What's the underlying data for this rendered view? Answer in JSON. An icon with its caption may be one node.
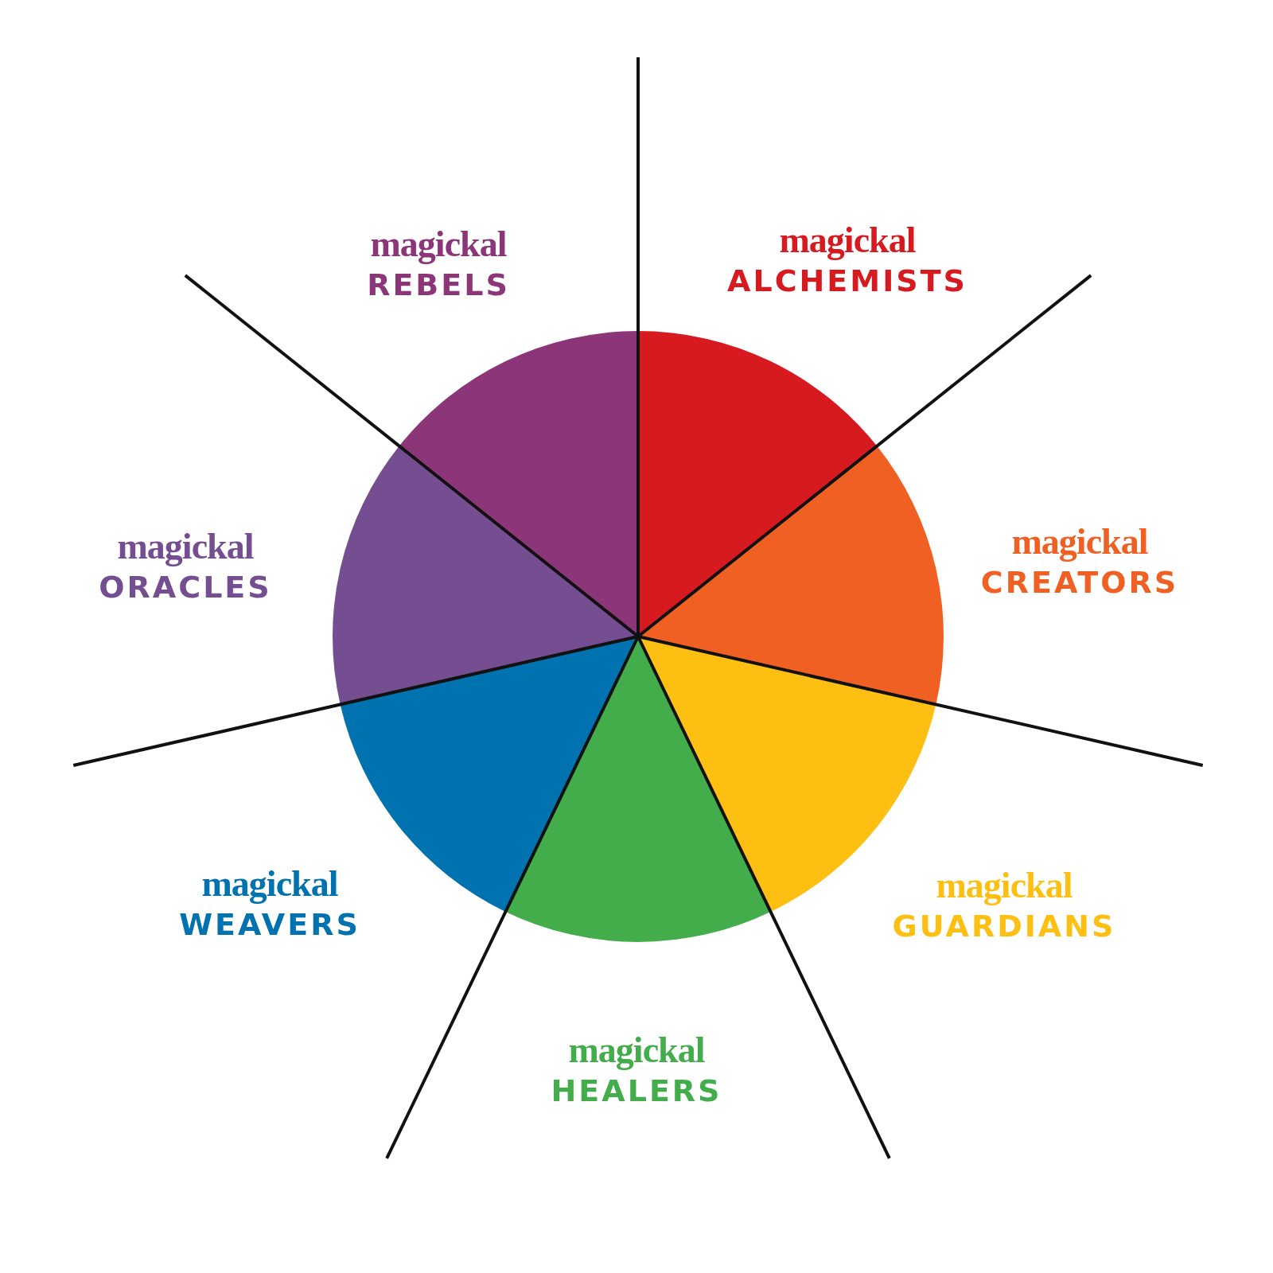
{
  "diagram": {
    "nodes": [
      {
        "text": [
          "magickal",
          "ALCHEMISTS"
        ]
      },
      {
        "text": [
          "magickal",
          "CREATORS"
        ]
      },
      {
        "text": [
          "magickal",
          "GUARDIANS"
        ]
      },
      {
        "text": [
          "magickal",
          "HEALERS"
        ]
      },
      {
        "text": [
          "magickal",
          "WEAVERS"
        ]
      },
      {
        "text": [
          "magickal",
          "ORACLES"
        ]
      },
      {
        "text": [
          "magickal",
          "REBELS"
        ]
      }
    ]
  }
}
